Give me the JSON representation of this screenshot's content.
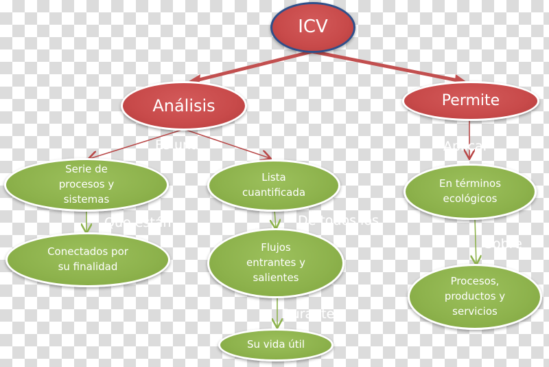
{
  "diagram": {
    "root": {
      "label": "ICV"
    },
    "branches": [
      {
        "label": "Análisis",
        "connector": "Es una",
        "children": [
          {
            "label": "Serie de procesos y sistemas",
            "lines": [
              "Serie de",
              "procesos y",
              "sistemas"
            ],
            "connector": "Que están",
            "child": {
              "lines": [
                "Conectados por",
                "su finalidad"
              ]
            }
          },
          {
            "label": "Lista cuantificada",
            "lines": [
              "Lista",
              "cuantificada"
            ],
            "connector": "De todos los",
            "child": {
              "lines": [
                "Flujos",
                "entrantes y",
                "salientes"
              ],
              "connector": "Durante",
              "child": {
                "lines": [
                  "Su vida útil"
                ]
              }
            }
          }
        ]
      },
      {
        "label": "Permite",
        "connector": "Aplicar",
        "children": [
          {
            "lines": [
              "En términos",
              "ecológicos"
            ],
            "connector": "Sobre",
            "child": {
              "lines": [
                "Procesos,",
                "productos y",
                "servicios"
              ]
            }
          }
        ]
      }
    ],
    "colors": {
      "red_node": "#c84a4a",
      "green_node": "#8db24c",
      "root_border": "#2f4f8a",
      "red_arrow": "#b84646",
      "green_arrow": "#8db24c"
    }
  }
}
